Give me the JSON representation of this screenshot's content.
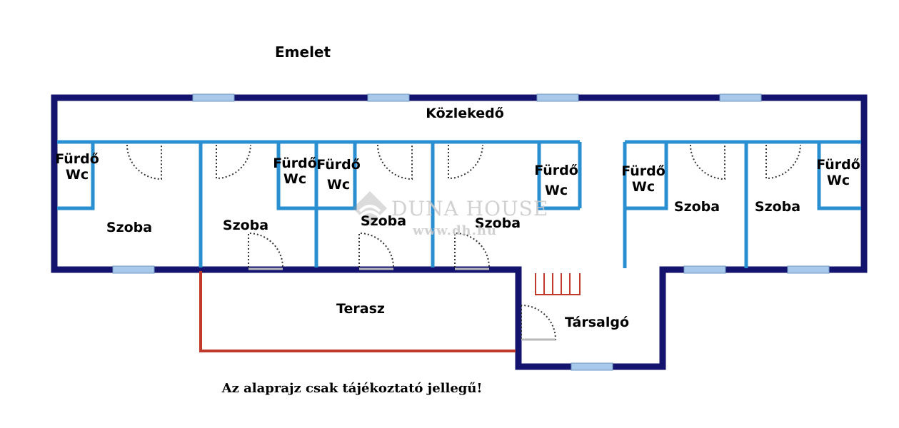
{
  "floor_label": "Emelet",
  "rooms": {
    "hallway": "Közlekedő",
    "terrace": "Terasz",
    "lounge": "Társalgó",
    "bedroom": "Szoba",
    "bath_line1": "Fürdő",
    "bath_line2": "Wc"
  },
  "watermark": {
    "brand": "DUNA HOUSE",
    "url": "www.dh.hu"
  },
  "disclaimer": "Az alaprajz csak tájékoztató jellegű!",
  "colors": {
    "outer_wall": "#14146e",
    "inner_wall": "#2a8fd0",
    "window": "#8fb8e0",
    "terrace_rail": "#c0392b",
    "door_arc": "#333333"
  }
}
